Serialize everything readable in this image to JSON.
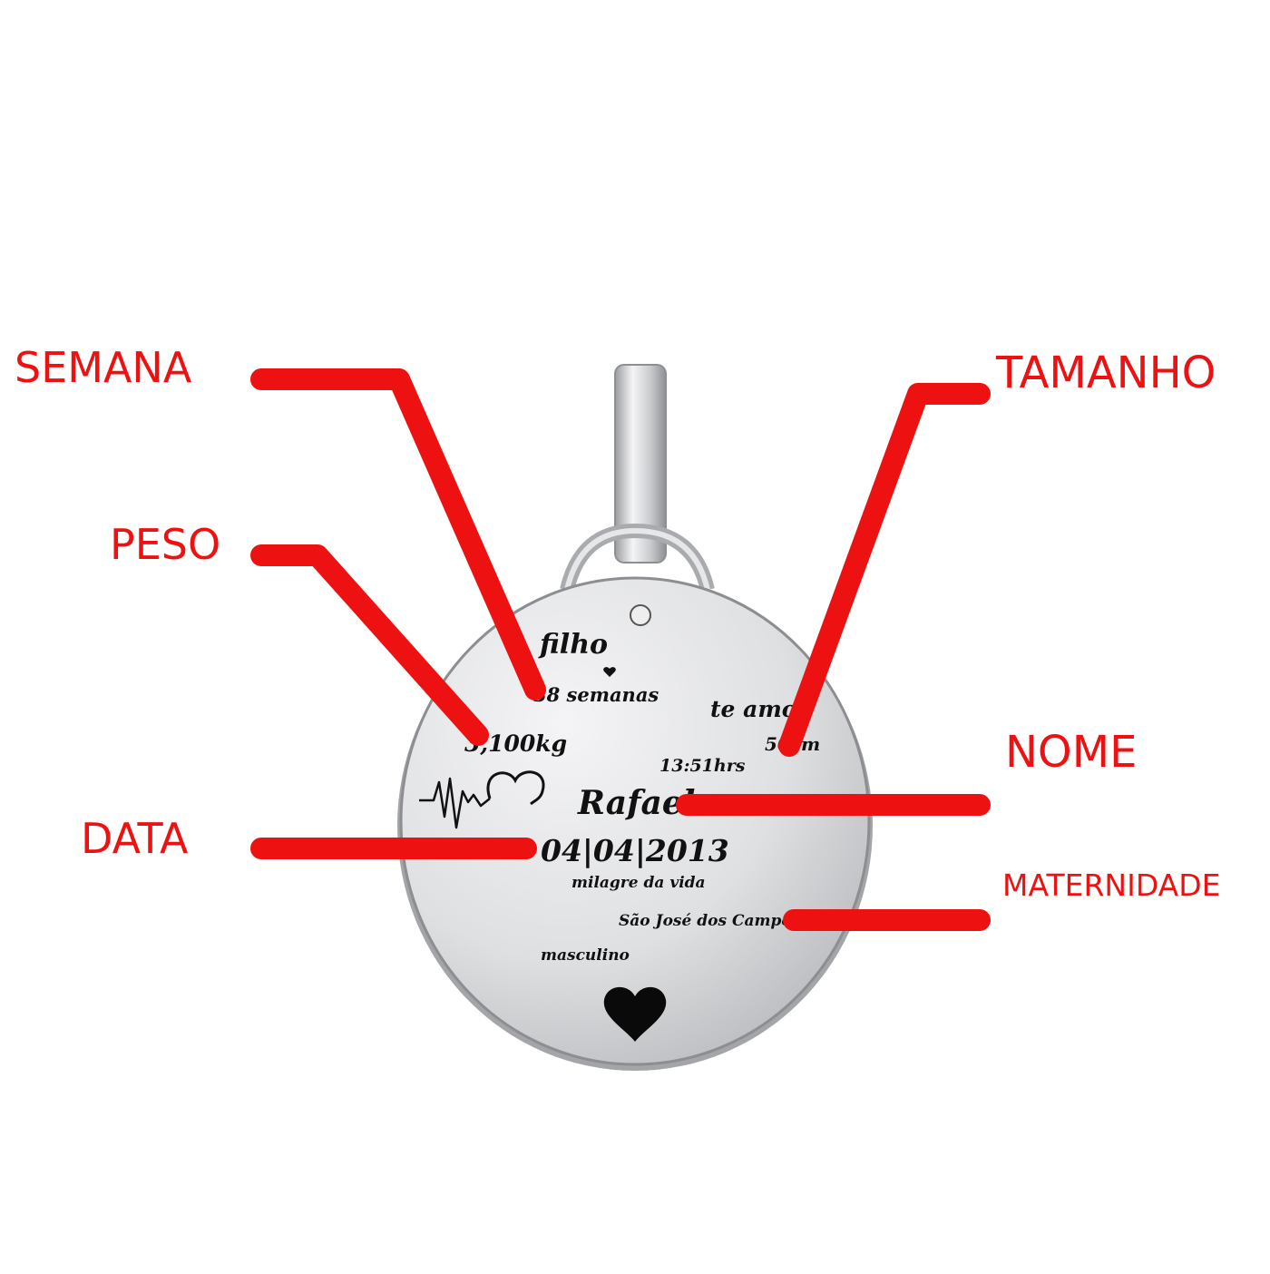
{
  "labels": {
    "semana": "SEMANA",
    "peso": "PESO",
    "data": "DATA",
    "tamanho": "TAMANHO",
    "nome": "NOME",
    "maternidade": "MATERNIDADE"
  },
  "engraving": {
    "filho": "filho",
    "semanas": "38 semanas",
    "peso": "3,100kg",
    "te_amo": "te amo",
    "tamanho": "50cm",
    "hora": "13:51hrs",
    "nome": "Rafael",
    "data": "04|04|2013",
    "frase": "milagre da vida",
    "maternidade": "São José dos Campos",
    "sexo": "masculino"
  },
  "colors": {
    "callout": "#ee1111",
    "engraving": "#111111",
    "metal": "#d9dadc"
  },
  "icons": [
    "heartbeat-heart-icon",
    "heart-icon",
    "small-heart-icon"
  ]
}
